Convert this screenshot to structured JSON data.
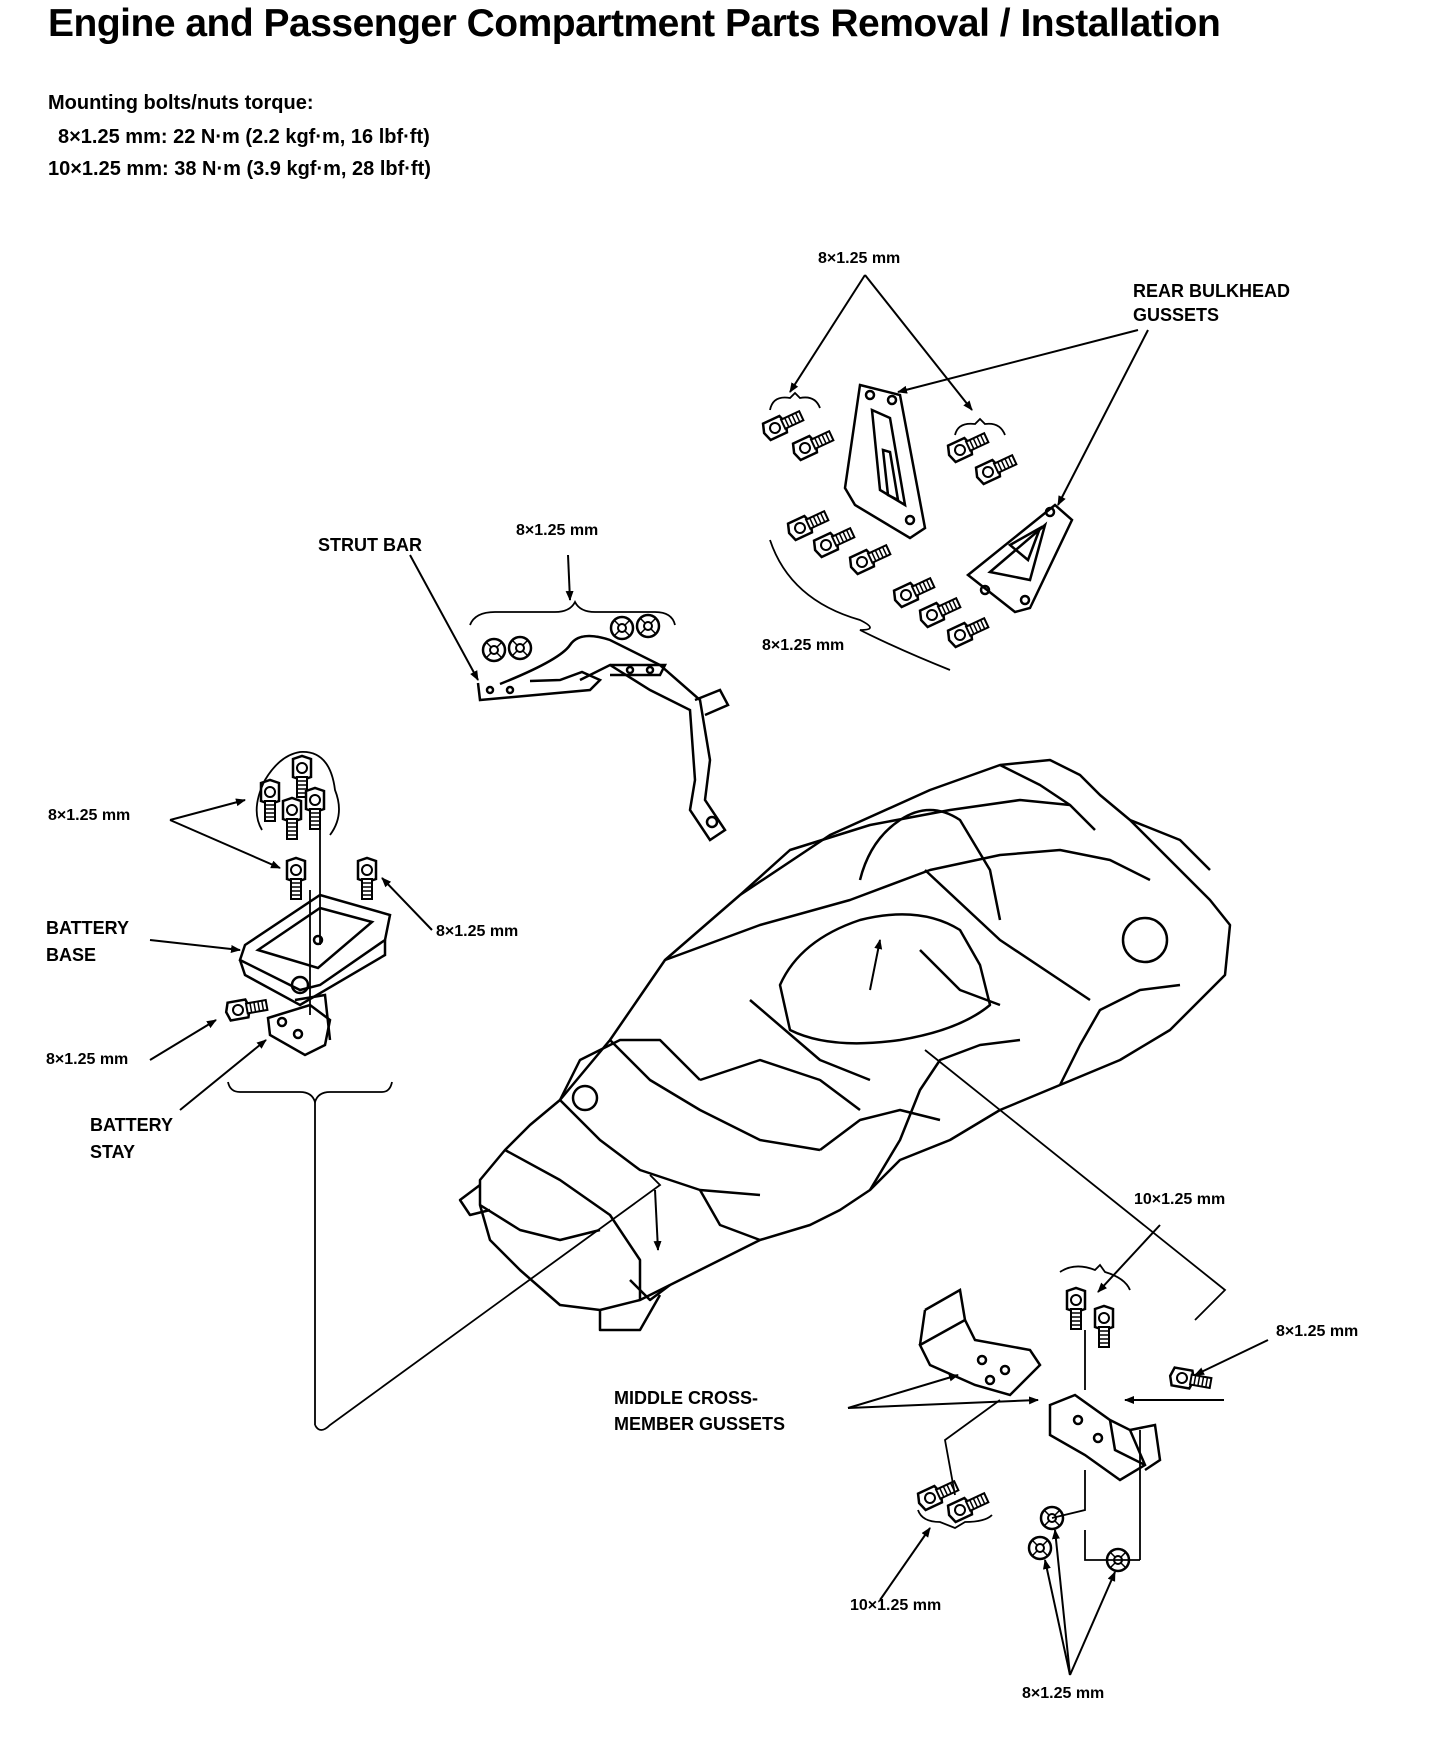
{
  "title": "Engine and Passenger Compartment Parts Removal / Installation",
  "torque": {
    "heading": "Mounting bolts/nuts torque:",
    "line1": "8×1.25 mm: 22 N·m (2.2 kgf·m, 16 lbf·ft)",
    "line2": "10×1.25 mm: 38 N·m (3.9 kgf·m, 28 lbf·ft)"
  },
  "labels": {
    "size_8": "8×1.25 mm",
    "size_10": "10×1.25 mm",
    "rear_bulkhead_1": "REAR BULKHEAD",
    "rear_bulkhead_2": "GUSSETS",
    "strut_bar": "STRUT BAR",
    "battery_base_1": "BATTERY",
    "battery_base_2": "BASE",
    "battery_stay_1": "BATTERY",
    "battery_stay_2": "STAY",
    "middle_cross_1": "MIDDLE CROSS-",
    "middle_cross_2": "MEMBER GUSSETS"
  }
}
